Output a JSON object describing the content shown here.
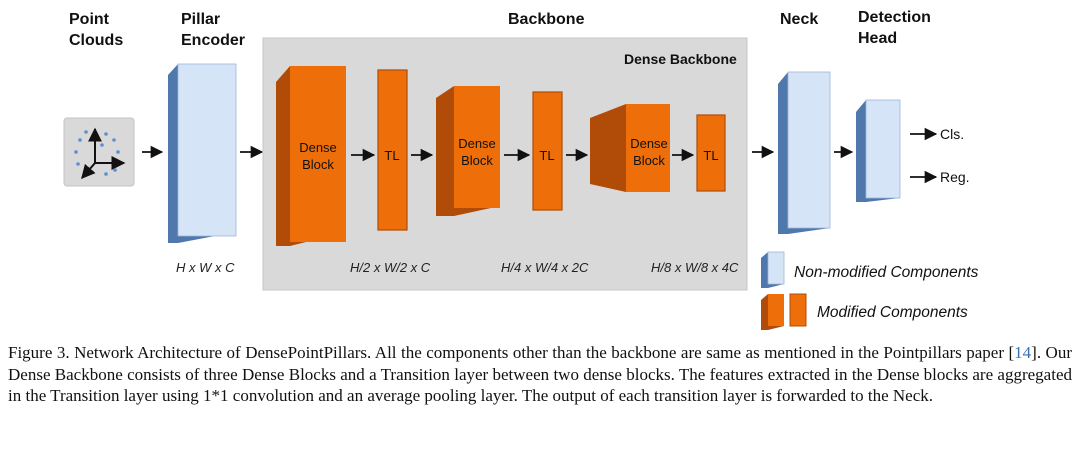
{
  "headers": {
    "point_clouds": [
      "Point",
      "Clouds"
    ],
    "pillar_encoder": [
      "Pillar",
      "Encoder"
    ],
    "backbone": "Backbone",
    "neck": "Neck",
    "detection_head": [
      "Detection",
      "Head"
    ]
  },
  "dense_backbone_label": "Dense Backbone",
  "blocks": {
    "dense_block": [
      "Dense",
      "Block"
    ],
    "tl": "TL"
  },
  "dims": {
    "encoder": "H x W x C",
    "stage1": "H/2 x W/2 x C",
    "stage2": "H/4 x W/4 x 2C",
    "stage3": "H/8 x W/8 x 4C"
  },
  "outputs": {
    "cls": "Cls.",
    "reg": "Reg."
  },
  "legend": {
    "non_modified": "Non-modified Components",
    "modified": "Modified Components"
  },
  "colors": {
    "blue_front": "#d6e4f7",
    "blue_side": "#4f78ad",
    "orange_front": "#ee6f0a",
    "orange_side": "#b04c08",
    "backbone_bg": "#d9d9d9"
  },
  "caption": {
    "part1": "Figure 3. Network Architecture of DensePointPillars. All the components other than the backbone are same as mentioned in the Pointpillars paper [",
    "cite": "14",
    "part2": "]. Our Dense Backbone consists of three Dense Blocks and a Transition layer between two dense blocks. The features extracted in the Dense blocks are aggregated in the Transition layer using 1*1 convolution and an average pooling layer. The output of each transition layer is forwarded to the Neck."
  }
}
